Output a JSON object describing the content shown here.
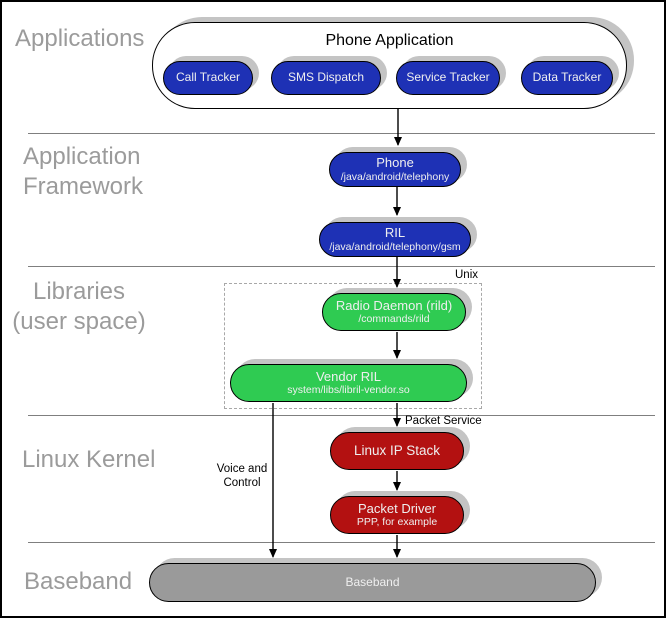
{
  "diagram": {
    "sections": [
      {
        "id": "applications",
        "lines": [
          "Applications"
        ]
      },
      {
        "id": "application-framework",
        "lines": [
          "Application",
          "Framework"
        ]
      },
      {
        "id": "libraries-user-space",
        "lines": [
          "Libraries",
          "(user space)"
        ]
      },
      {
        "id": "linux-kernel",
        "lines": [
          "Linux Kernel"
        ]
      },
      {
        "id": "baseband",
        "lines": [
          "Baseband"
        ]
      }
    ],
    "phone_application_group": {
      "title": "Phone Application",
      "apps": [
        "Call Tracker",
        "SMS Dispatch",
        "Service Tracker",
        "Data Tracker"
      ]
    },
    "nodes": {
      "phone": {
        "title": "Phone",
        "subtitle": "/java/android/telephony"
      },
      "ril": {
        "title": "RIL",
        "subtitle": "/java/android/telephony/gsm"
      },
      "radio_daemon": {
        "title": "Radio Daemon (rild)",
        "subtitle": "/commands/rild"
      },
      "vendor_ril": {
        "title": "Vendor RIL",
        "subtitle": "system/libs/libril-vendor.so"
      },
      "linux_ip_stack": {
        "title": "Linux IP Stack"
      },
      "packet_driver": {
        "title": "Packet Driver",
        "subtitle": "PPP, for example"
      },
      "baseband": {
        "title": "Baseband"
      }
    },
    "annotations": {
      "unix": "Unix",
      "packet_service": "Packet Service",
      "voice_control_lines": [
        "Voice and",
        "Control"
      ]
    },
    "colors": {
      "app_blue": "#1e31b5",
      "lib_green": "#2fcb52",
      "kernel_red": "#b31111",
      "baseband_gray": "#9a9a9a",
      "shadow_gray": "#c4c4c4",
      "section_label_gray": "#9b9b9b"
    }
  }
}
